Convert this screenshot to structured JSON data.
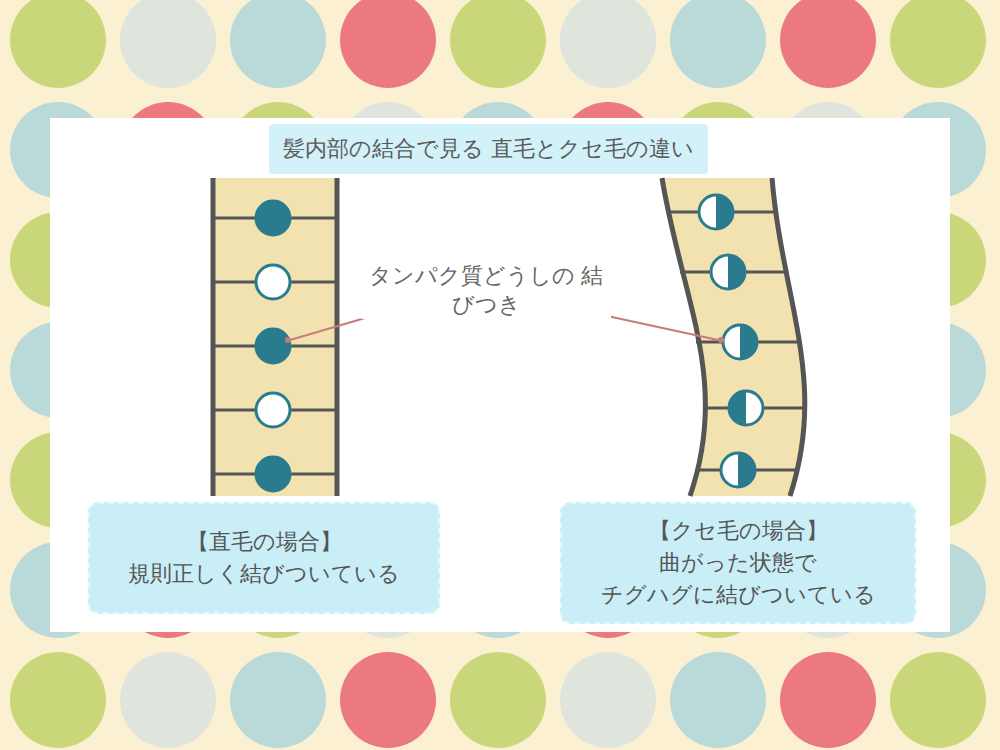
{
  "diagram": {
    "title": "髪内部の結合で見る 直毛とクセ毛の違い",
    "nodes": [
      {
        "text": [
          "【直毛の場合】",
          "規則正しく結びついている"
        ]
      },
      {
        "text": [
          "【クセ毛の場合】",
          "曲がった状態で チグハグに結びついている"
        ]
      }
    ],
    "labels": [
      "タンパク質どうしの 結びつき"
    ]
  }
}
